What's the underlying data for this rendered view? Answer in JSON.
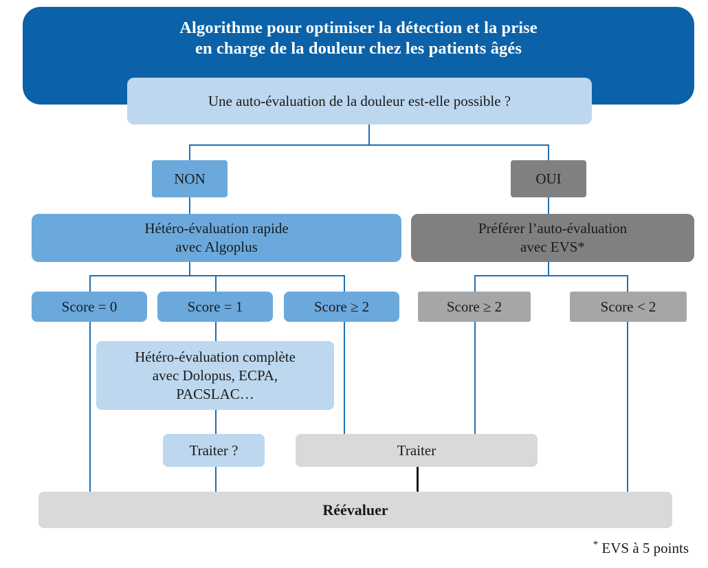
{
  "header": {
    "title_line1": "Algorithme pour optimiser la détection et la prise",
    "title_line2": "en charge de la douleur chez les patients âgés",
    "background_color": "#0b62a8"
  },
  "nodes": {
    "question": "Une auto-évaluation de la douleur est-elle possible ?",
    "branch_no": "NON",
    "branch_yes": "OUI",
    "hetero_rapide_l1": "Hétéro-évaluation rapide",
    "hetero_rapide_l2": "avec Algoplus",
    "auto_evs_l1": "Préférer l’auto-évaluation",
    "auto_evs_l2": "avec EVS*",
    "score_0": "Score = 0",
    "score_1": "Score = 1",
    "score_ge2_left": "Score ≥ 2",
    "score_ge2_right": "Score ≥ 2",
    "score_lt2_right": "Score < 2",
    "hetero_complete_l1": "Hétéro-évaluation complète",
    "hetero_complete_l2": "avec Dolopus, ECPA,",
    "hetero_complete_l3": "PACSLAC…",
    "traiter_question": "Traiter ?",
    "traiter": "Traiter",
    "reevaluer": "Réévaluer"
  },
  "footnote": {
    "marker": "*",
    "text": " EVS à 5 points"
  },
  "colors": {
    "header_blue": "#0b62a8",
    "light_blue": "#bdd7ee",
    "mid_blue": "#6ba9dd",
    "gray_dark": "#808080",
    "gray_mid": "#a6a6a6",
    "gray_light": "#d9d9d9",
    "connector_blue": "#1f6fb2",
    "connector_black": "#111111"
  }
}
